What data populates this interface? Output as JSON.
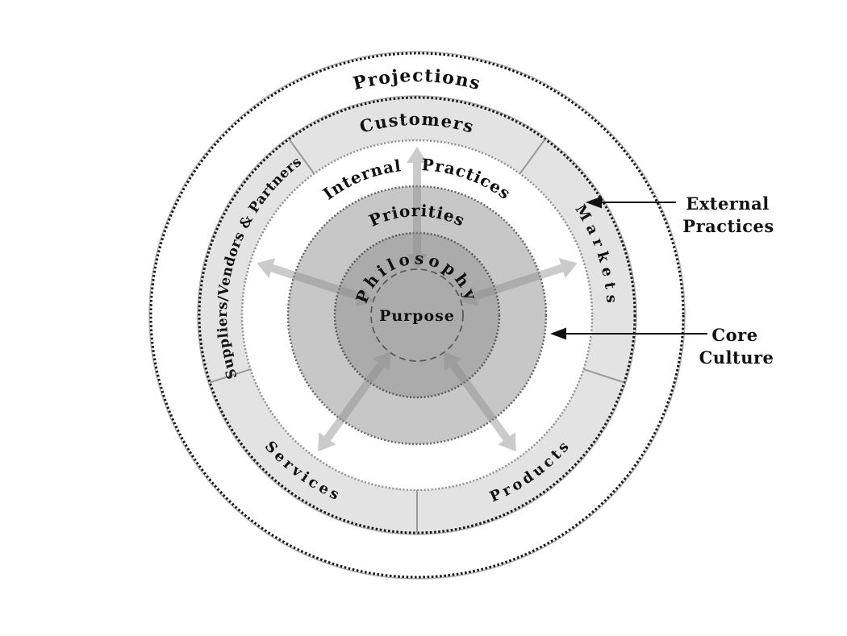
{
  "diagram": {
    "center_label": "Purpose",
    "philosophy_label": "Philosophy",
    "priorities_label": "Priorities",
    "internal_practices_label": "Internal Practices",
    "projections_label": "Projections",
    "segments": {
      "customers": "Customers",
      "markets": "Markets",
      "products": "Products",
      "services": "Services",
      "suppliers": "Suppliers/Vendors & Partners"
    }
  },
  "annotations": {
    "external_practices": {
      "line1": "External",
      "line2": "Practices"
    },
    "core_culture": {
      "line1": "Core",
      "line2": "Culture"
    }
  },
  "colors": {
    "segment_ring_fill": "#e3e3e3",
    "priorities_fill": "#c7c7c7",
    "philosophy_fill": "#ababab",
    "arrow_gray": "#8c8c8c",
    "divider_gray": "#999999",
    "border_black": "#141414"
  }
}
